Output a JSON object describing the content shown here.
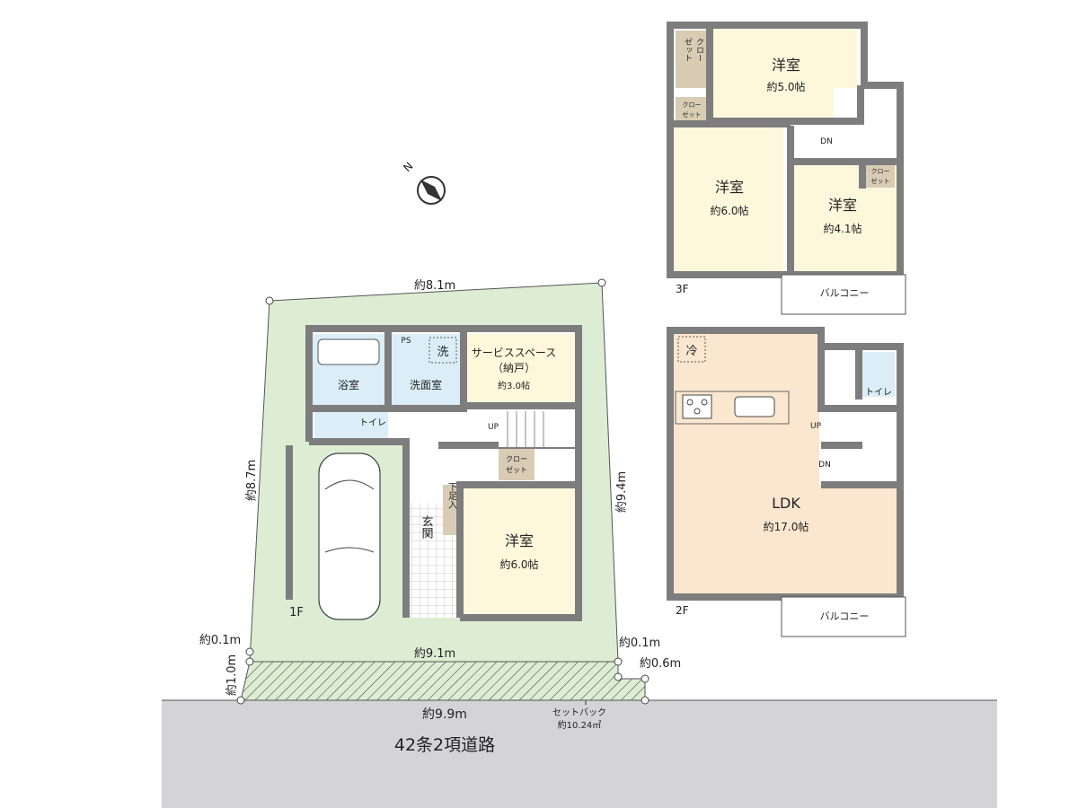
{
  "colors": {
    "site": "#dcedd4",
    "road": "#d4d4d6",
    "wall": "#7d7d7d",
    "wet": "#dbeef8",
    "room": "#fdf8dc",
    "ldk": "#fbe7cf",
    "closet": "#d8ccb4"
  },
  "compass": {
    "north_label": "N",
    "icon": "compass-north-arrow"
  },
  "site": {
    "top_width": "約8.1m",
    "left_depth": "約8.7m",
    "right_depth": "約9.4m",
    "bottom_width": "約9.1m",
    "left_offset": "約0.1m",
    "right_offset": "約0.1m",
    "left_setback_depth": "約1.0m",
    "corner_cut": "約0.6m",
    "road_frontage": "約9.9m",
    "setback_label": "セットバック",
    "setback_area": "約10.24㎡",
    "road_label": "42条2項道路"
  },
  "floor1": {
    "label": "1F",
    "rooms": [
      {
        "name": "浴室"
      },
      {
        "name": "洗面室"
      },
      {
        "name": "サービススペース",
        "sub": "（納戸）",
        "size": "約3.0帖"
      },
      {
        "name": "トイレ"
      },
      {
        "name": "洋室",
        "size": "約6.0帖"
      },
      {
        "name": "玄関"
      }
    ],
    "ps_label": "PS",
    "washer_label": "洗",
    "closet_label_1": "クロー",
    "closet_label_2": "ゼット",
    "shoebox_label": "下足入",
    "stairs_label": "UP"
  },
  "floor2": {
    "label": "2F",
    "ldk": {
      "name": "LDK",
      "size": "約17.0帖"
    },
    "fridge_label": "冷",
    "toilet_label": "トイレ",
    "up_label": "UP",
    "dn_label": "DN",
    "balcony_label": "バルコニー"
  },
  "floor3": {
    "label": "3F",
    "rooms": [
      {
        "name": "洋室",
        "size": "約5.0帖"
      },
      {
        "name": "洋室",
        "size": "約6.0帖"
      },
      {
        "name": "洋室",
        "size": "約4.1帖"
      }
    ],
    "closet_label_1": "クロー",
    "closet_label_2": "ゼット",
    "closet_vertical_1": "クロー",
    "closet_vertical_2": "ゼット",
    "dn_label": "DN",
    "balcony_label": "バルコニー"
  }
}
